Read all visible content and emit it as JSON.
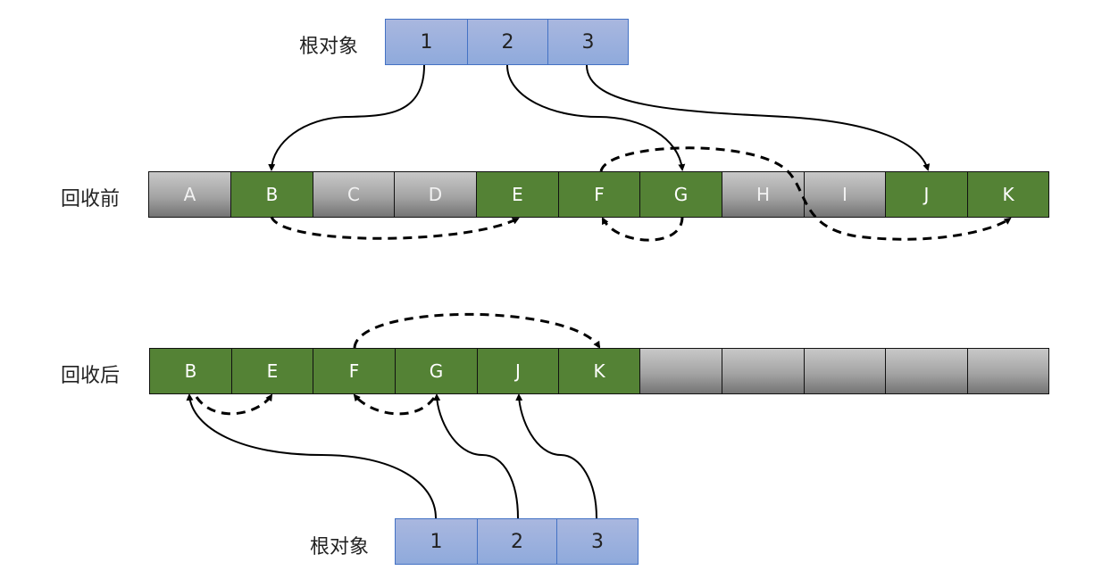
{
  "colors": {
    "live": "#548235",
    "dead": "#a6a6a6",
    "root": "#8faadc",
    "root_border": "#4472c4"
  },
  "before": {
    "roots_label": "根对象",
    "roots": [
      "1",
      "2",
      "3"
    ],
    "heap_label": "回收前",
    "cells": [
      {
        "label": "A",
        "state": "dead"
      },
      {
        "label": "B",
        "state": "live"
      },
      {
        "label": "C",
        "state": "dead"
      },
      {
        "label": "D",
        "state": "dead"
      },
      {
        "label": "E",
        "state": "live"
      },
      {
        "label": "F",
        "state": "live"
      },
      {
        "label": "G",
        "state": "live"
      },
      {
        "label": "H",
        "state": "dead"
      },
      {
        "label": "I",
        "state": "dead"
      },
      {
        "label": "J",
        "state": "live"
      },
      {
        "label": "K",
        "state": "live"
      }
    ],
    "root_refs": [
      {
        "from": "1",
        "to": "B"
      },
      {
        "from": "2",
        "to": "G"
      },
      {
        "from": "3",
        "to": "J"
      }
    ],
    "object_refs": [
      {
        "from": "B",
        "to": "E"
      },
      {
        "from": "G",
        "to": "F"
      },
      {
        "from": "F",
        "to": "K"
      }
    ]
  },
  "after": {
    "heap_label": "回收后",
    "cells": [
      {
        "label": "B",
        "state": "live"
      },
      {
        "label": "E",
        "state": "live"
      },
      {
        "label": "F",
        "state": "live"
      },
      {
        "label": "G",
        "state": "live"
      },
      {
        "label": "J",
        "state": "live"
      },
      {
        "label": "K",
        "state": "live"
      },
      {
        "label": "",
        "state": "free"
      },
      {
        "label": "",
        "state": "free"
      },
      {
        "label": "",
        "state": "free"
      },
      {
        "label": "",
        "state": "free"
      },
      {
        "label": "",
        "state": "free"
      }
    ],
    "roots_label": "根对象",
    "roots": [
      "1",
      "2",
      "3"
    ],
    "root_refs": [
      {
        "from": "1",
        "to": "B"
      },
      {
        "from": "2",
        "to": "G"
      },
      {
        "from": "3",
        "to": "J"
      }
    ],
    "object_refs": [
      {
        "from": "B",
        "to": "E"
      },
      {
        "from": "G",
        "to": "F"
      },
      {
        "from": "F",
        "to": "K"
      }
    ]
  }
}
